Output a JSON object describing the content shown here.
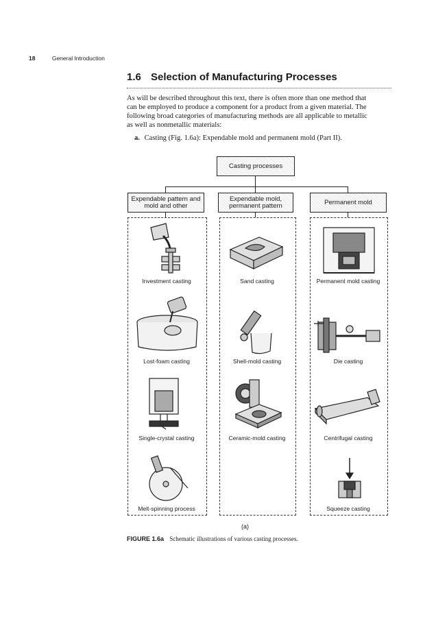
{
  "header": {
    "page_number": "18",
    "running_title": "General Introduction"
  },
  "section": {
    "number": "1.6",
    "title": "Selection of Manufacturing Processes"
  },
  "paragraph": [
    "As will be described throughout this text, there is often more than one method that",
    "can be employed to produce a component for a product from a given material. The",
    "following broad categories of manufacturing methods are all applicable to metallic",
    "as well as nonmetallic materials:"
  ],
  "list_item": {
    "label": "a.",
    "text": "Casting (Fig. 1.6a): Expendable mold and permanent mold (Part II)."
  },
  "figure": {
    "root": "Casting processes",
    "categories": [
      {
        "label": "Expendable pattern and mold and other"
      },
      {
        "label": "Expendable mold, permanent pattern"
      },
      {
        "label": "Permanent mold"
      }
    ],
    "processes": {
      "col1": [
        "Investment casting",
        "Lost-foam casting",
        "Single-crystal casting",
        "Melt-spinning process"
      ],
      "col2": [
        "Sand casting",
        "Shell-mold casting",
        "Ceramic-mold casting"
      ],
      "col3": [
        "Permanent mold casting",
        "Die casting",
        "Centrifugal casting",
        "Squeeze casting"
      ]
    },
    "sub_label": "(a)",
    "caption_label": "FIGURE 1.6a",
    "caption_text": "Schematic illustrations of various casting processes."
  }
}
